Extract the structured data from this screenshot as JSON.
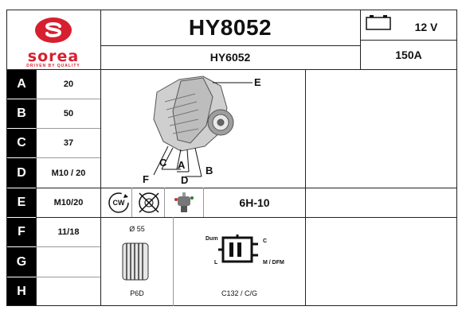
{
  "brand": {
    "logo_text": "sorea",
    "tagline": "DRIVEN BY QUALITY",
    "color": "#d6202f"
  },
  "header": {
    "part_number": "HY8052",
    "cross_reference": "HY6052",
    "voltage": "12 V",
    "amperage": "150A"
  },
  "rows": [
    {
      "letter": "A",
      "value": "20"
    },
    {
      "letter": "B",
      "value": "50"
    },
    {
      "letter": "C",
      "value": "37"
    },
    {
      "letter": "D",
      "value": "M10 / 20"
    },
    {
      "letter": "E",
      "value": "M10/20"
    },
    {
      "letter": "F",
      "value": "11/18"
    },
    {
      "letter": "G",
      "value": ""
    },
    {
      "letter": "H",
      "value": ""
    }
  ],
  "diagram_labels": {
    "a": "A",
    "b": "B",
    "c": "C",
    "d": "D",
    "e": "E",
    "f": "F"
  },
  "specs": {
    "rotation": "CW",
    "rotation_icon": "clockwise-arrow-icon",
    "regulator_code": "6H-10",
    "pulley_diameter": "Ø 55",
    "pulley_type": "P6D",
    "connector_code": "C132 / C/G",
    "connector_pins": {
      "top_left": "Dum",
      "top_right": "C",
      "left": "L",
      "right": "M / DFM"
    }
  }
}
